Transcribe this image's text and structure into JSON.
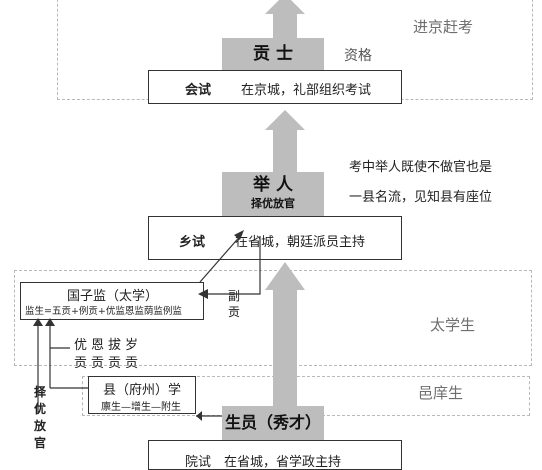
{
  "regions": {
    "jinjing": "进京赶考",
    "taixue": "太学生",
    "yixiang": "邑庠生"
  },
  "gongshi": {
    "title": "贡 士",
    "qualification": "资格"
  },
  "huishi": {
    "name": "会试",
    "desc": "在京城，礼部组织考试"
  },
  "juren": {
    "title": "举 人",
    "sub": "择优放官"
  },
  "juren_note": {
    "line1": "考中举人既使不做官也是",
    "line2": "一县名流，见知县有座位"
  },
  "xiangshi": {
    "name": "乡试",
    "desc": "在省城，朝廷派员主持"
  },
  "guozijian": {
    "title": "国子监（太学）",
    "members": "监生=五贡+例贡+优监恩监荫监例监"
  },
  "fugong": "副\n贡",
  "gong_types": {
    "line1": "优恩拔岁",
    "line2": "贡贡贡贡"
  },
  "zeyou": "择\n优\n放\n官",
  "xianxue": {
    "title": "县（府州）学",
    "members": "廪生—增生—附生"
  },
  "shengyuan": {
    "title": "生员（秀才）",
    "yuanshi": "院试　在省城，省学政主持"
  }
}
